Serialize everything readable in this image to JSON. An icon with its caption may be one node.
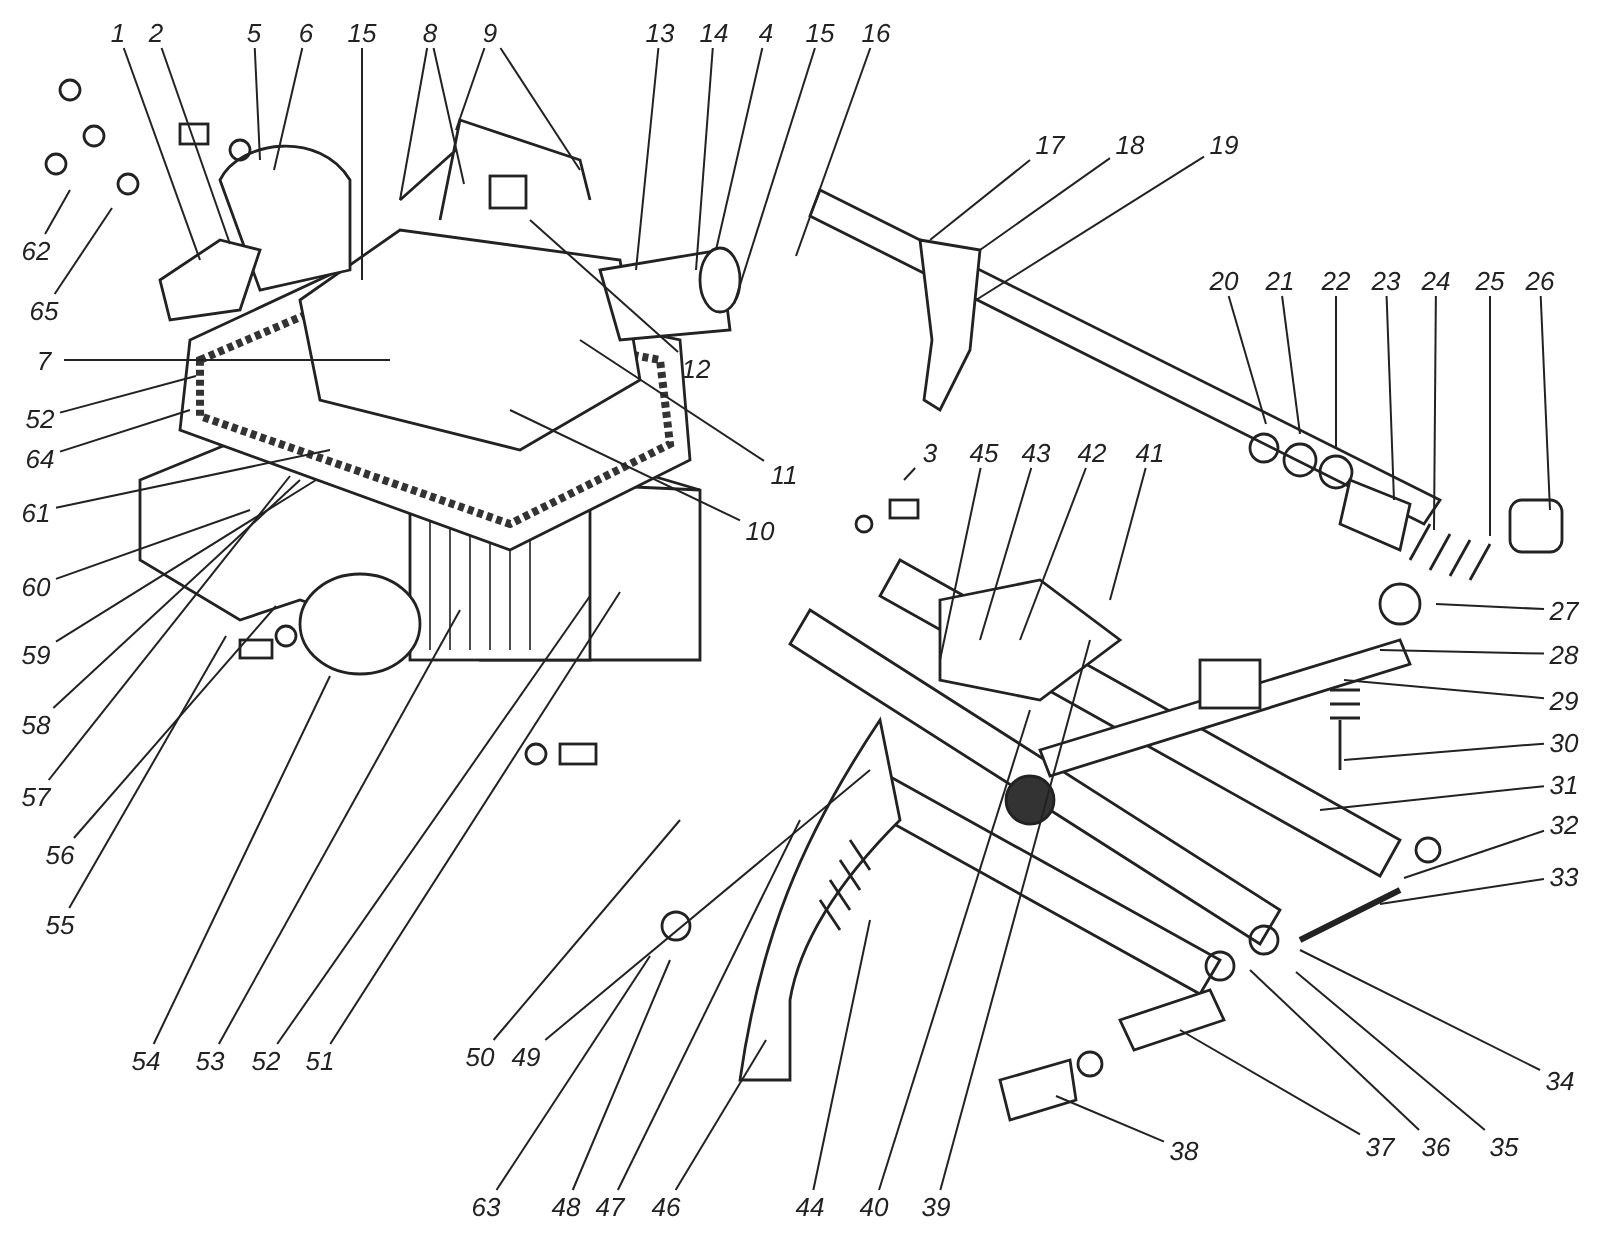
{
  "diagram": {
    "nodes": [
      {
        "text": [
          "1"
        ]
      },
      {
        "text": [
          "2"
        ]
      },
      {
        "text": [
          "5"
        ]
      },
      {
        "text": [
          "6"
        ]
      },
      {
        "text": [
          "15"
        ]
      },
      {
        "text": [
          "8"
        ]
      },
      {
        "text": [
          "9"
        ]
      },
      {
        "text": [
          "13"
        ]
      },
      {
        "text": [
          "14"
        ]
      },
      {
        "text": [
          "4"
        ]
      },
      {
        "text": [
          "15"
        ]
      },
      {
        "text": [
          "16"
        ]
      },
      {
        "text": [
          "17"
        ]
      },
      {
        "text": [
          "18"
        ]
      },
      {
        "text": [
          "19"
        ]
      },
      {
        "text": [
          "20"
        ]
      },
      {
        "text": [
          "21"
        ]
      },
      {
        "text": [
          "22"
        ]
      },
      {
        "text": [
          "23"
        ]
      },
      {
        "text": [
          "24"
        ]
      },
      {
        "text": [
          "25"
        ]
      },
      {
        "text": [
          "26"
        ]
      },
      {
        "text": [
          "62"
        ]
      },
      {
        "text": [
          "65"
        ]
      },
      {
        "text": [
          "7"
        ]
      },
      {
        "text": [
          "12"
        ]
      },
      {
        "text": [
          "52"
        ]
      },
      {
        "text": [
          "64"
        ]
      },
      {
        "text": [
          "11"
        ]
      },
      {
        "text": [
          "3"
        ]
      },
      {
        "text": [
          "45"
        ]
      },
      {
        "text": [
          "43"
        ]
      },
      {
        "text": [
          "42"
        ]
      },
      {
        "text": [
          "41"
        ]
      },
      {
        "text": [
          "61"
        ]
      },
      {
        "text": [
          "10"
        ]
      },
      {
        "text": [
          "60"
        ]
      },
      {
        "text": [
          "27"
        ]
      },
      {
        "text": [
          "28"
        ]
      },
      {
        "text": [
          "59"
        ]
      },
      {
        "text": [
          "29"
        ]
      },
      {
        "text": [
          "30"
        ]
      },
      {
        "text": [
          "58"
        ]
      },
      {
        "text": [
          "31"
        ]
      },
      {
        "text": [
          "32"
        ]
      },
      {
        "text": [
          "57"
        ]
      },
      {
        "text": [
          "33"
        ]
      },
      {
        "text": [
          "56"
        ]
      },
      {
        "text": [
          "55"
        ]
      },
      {
        "text": [
          "54"
        ]
      },
      {
        "text": [
          "53"
        ]
      },
      {
        "text": [
          "52"
        ]
      },
      {
        "text": [
          "51"
        ]
      },
      {
        "text": [
          "50"
        ]
      },
      {
        "text": [
          "49"
        ]
      },
      {
        "text": [
          "34"
        ]
      },
      {
        "text": [
          "38"
        ]
      },
      {
        "text": [
          "37"
        ]
      },
      {
        "text": [
          "36"
        ]
      },
      {
        "text": [
          "35"
        ]
      },
      {
        "text": [
          "63"
        ]
      },
      {
        "text": [
          "48"
        ]
      },
      {
        "text": [
          "47"
        ]
      },
      {
        "text": [
          "46"
        ]
      },
      {
        "text": [
          "44"
        ]
      },
      {
        "text": [
          "40"
        ]
      },
      {
        "text": [
          "39"
        ]
      }
    ],
    "edges": [
      {
        "from": 0,
        "to": null,
        "arrow": "none"
      },
      {
        "from": 1,
        "to": null,
        "arrow": "none"
      },
      {
        "from": 2,
        "to": null,
        "arrow": "none"
      },
      {
        "from": 3,
        "to": null,
        "arrow": "none"
      },
      {
        "from": 4,
        "to": null,
        "arrow": "none"
      },
      {
        "from": 5,
        "to": null,
        "arrow": "none"
      },
      {
        "from": 5,
        "to": null,
        "arrow": "none"
      },
      {
        "from": 6,
        "to": null,
        "arrow": "none"
      },
      {
        "from": 6,
        "to": null,
        "arrow": "none"
      },
      {
        "from": 7,
        "to": null,
        "arrow": "none"
      },
      {
        "from": 8,
        "to": null,
        "arrow": "none"
      },
      {
        "from": 9,
        "to": null,
        "arrow": "none"
      },
      {
        "from": 10,
        "to": null,
        "arrow": "none"
      },
      {
        "from": 11,
        "to": null,
        "arrow": "none"
      },
      {
        "from": 12,
        "to": null,
        "arrow": "none"
      },
      {
        "from": 13,
        "to": null,
        "arrow": "none"
      },
      {
        "from": 14,
        "to": null,
        "arrow": "none"
      },
      {
        "from": 15,
        "to": null,
        "arrow": "none"
      },
      {
        "from": 16,
        "to": null,
        "arrow": "none"
      },
      {
        "from": 17,
        "to": null,
        "arrow": "none"
      },
      {
        "from": 18,
        "to": null,
        "arrow": "none"
      },
      {
        "from": 19,
        "to": null,
        "arrow": "none"
      },
      {
        "from": 20,
        "to": null,
        "arrow": "none"
      },
      {
        "from": 21,
        "to": null,
        "arrow": "none"
      },
      {
        "from": 22,
        "to": null,
        "arrow": "none"
      },
      {
        "from": 23,
        "to": null,
        "arrow": "none"
      },
      {
        "from": 24,
        "to": null,
        "arrow": "none"
      },
      {
        "from": 25,
        "to": null,
        "arrow": "none"
      },
      {
        "from": 26,
        "to": null,
        "arrow": "none"
      },
      {
        "from": 27,
        "to": null,
        "arrow": "none"
      },
      {
        "from": 28,
        "to": null,
        "arrow": "none"
      },
      {
        "from": 29,
        "to": null,
        "arrow": "none"
      },
      {
        "from": 30,
        "to": null,
        "arrow": "none"
      },
      {
        "from": 31,
        "to": null,
        "arrow": "none"
      },
      {
        "from": 32,
        "to": null,
        "arrow": "none"
      },
      {
        "from": 33,
        "to": null,
        "arrow": "none"
      },
      {
        "from": 34,
        "to": null,
        "arrow": "none"
      },
      {
        "from": 35,
        "to": null,
        "arrow": "none"
      },
      {
        "from": 36,
        "to": null,
        "arrow": "none"
      },
      {
        "from": 37,
        "to": null,
        "arrow": "none"
      },
      {
        "from": 38,
        "to": null,
        "arrow": "none"
      },
      {
        "from": 39,
        "to": null,
        "arrow": "none"
      },
      {
        "from": 40,
        "to": null,
        "arrow": "none"
      },
      {
        "from": 41,
        "to": null,
        "arrow": "none"
      },
      {
        "from": 42,
        "to": null,
        "arrow": "none"
      },
      {
        "from": 43,
        "to": null,
        "arrow": "none"
      },
      {
        "from": 44,
        "to": null,
        "arrow": "none"
      },
      {
        "from": 45,
        "to": null,
        "arrow": "none"
      },
      {
        "from": 46,
        "to": null,
        "arrow": "none"
      },
      {
        "from": 47,
        "to": null,
        "arrow": "none"
      },
      {
        "from": 48,
        "to": null,
        "arrow": "none"
      },
      {
        "from": 49,
        "to": null,
        "arrow": "none"
      },
      {
        "from": 50,
        "to": null,
        "arrow": "none"
      },
      {
        "from": 51,
        "to": null,
        "arrow": "none"
      },
      {
        "from": 52,
        "to": null,
        "arrow": "none"
      },
      {
        "from": 53,
        "to": null,
        "arrow": "none"
      },
      {
        "from": 54,
        "to": null,
        "arrow": "none"
      },
      {
        "from": 55,
        "to": null,
        "arrow": "none"
      },
      {
        "from": 56,
        "to": null,
        "arrow": "none"
      },
      {
        "from": 57,
        "to": null,
        "arrow": "none"
      },
      {
        "from": 58,
        "to": null,
        "arrow": "none"
      },
      {
        "from": 59,
        "to": null,
        "arrow": "none"
      },
      {
        "from": 60,
        "to": null,
        "arrow": "none"
      },
      {
        "from": 61,
        "to": null,
        "arrow": "none"
      },
      {
        "from": 62,
        "to": null,
        "arrow": "none"
      },
      {
        "from": 63,
        "to": null,
        "arrow": "none"
      },
      {
        "from": 64,
        "to": null,
        "arrow": "none"
      },
      {
        "from": 65,
        "to": null,
        "arrow": "none"
      },
      {
        "from": 66,
        "to": null,
        "arrow": "none"
      }
    ]
  }
}
